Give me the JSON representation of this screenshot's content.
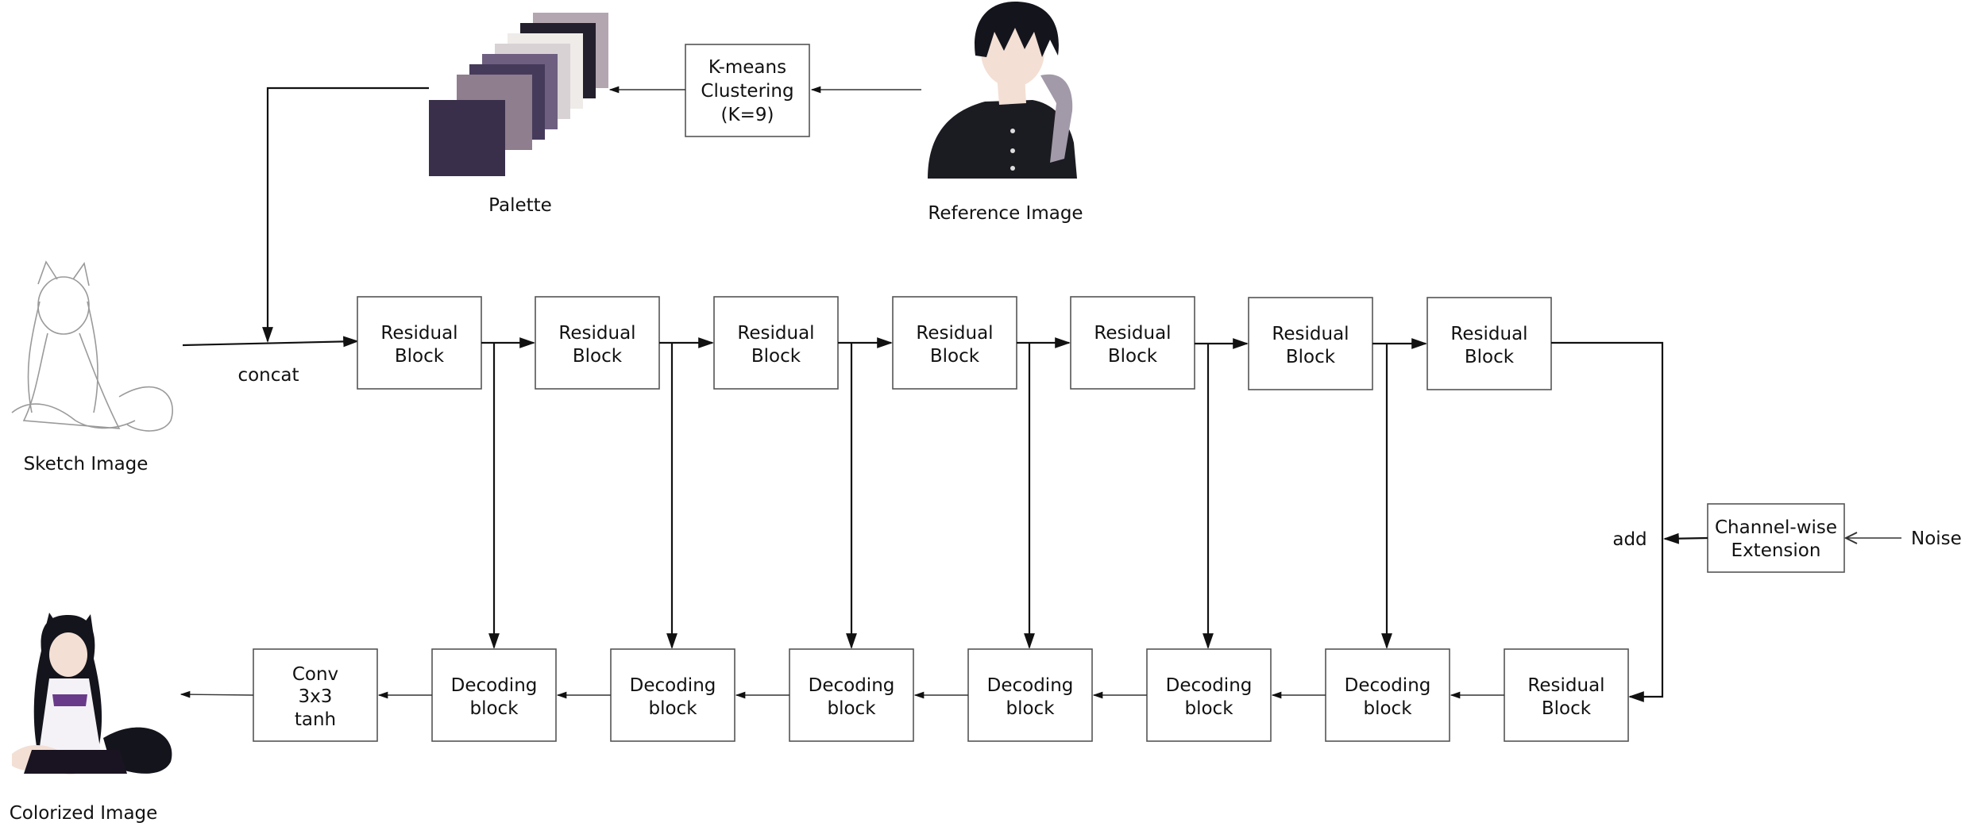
{
  "labels": {
    "palette": "Palette",
    "reference": "Reference Image",
    "sketch": "Sketch Image",
    "colorized": "Colorized Image",
    "concat": "concat",
    "add": "add",
    "noise": "Noise"
  },
  "kmeans": {
    "line1": "K-means",
    "line2": "Clustering",
    "line3": "(K=9)"
  },
  "channel": {
    "line1": "Channel-wise",
    "line2": "Extension"
  },
  "conv": {
    "line1": "Conv",
    "line2": "3x3",
    "line3": "tanh"
  },
  "encoder": [
    {
      "line1": "Residual",
      "line2": "Block"
    },
    {
      "line1": "Residual",
      "line2": "Block"
    },
    {
      "line1": "Residual",
      "line2": "Block"
    },
    {
      "line1": "Residual",
      "line2": "Block"
    },
    {
      "line1": "Residual",
      "line2": "Block"
    },
    {
      "line1": "Residual",
      "line2": "Block"
    },
    {
      "line1": "Residual",
      "line2": "Block"
    }
  ],
  "decoder": [
    {
      "line1": "Decoding",
      "line2": "block"
    },
    {
      "line1": "Decoding",
      "line2": "block"
    },
    {
      "line1": "Decoding",
      "line2": "block"
    },
    {
      "line1": "Decoding",
      "line2": "block"
    },
    {
      "line1": "Decoding",
      "line2": "block"
    },
    {
      "line1": "Decoding",
      "line2": "block"
    }
  ],
  "bottleneck": {
    "line1": "Residual",
    "line2": "Block"
  },
  "colors": {
    "palette": [
      "#3a2f4a",
      "#8e7e8e",
      "#5c4f72",
      "#463a5a",
      "#6e5f80",
      "#d8d2d4",
      "#efebe8",
      "#241f2c",
      "#b4a6b0"
    ],
    "hair": "#14141c",
    "uniform": "#1b1b22",
    "skin": "#f3dfd4"
  }
}
